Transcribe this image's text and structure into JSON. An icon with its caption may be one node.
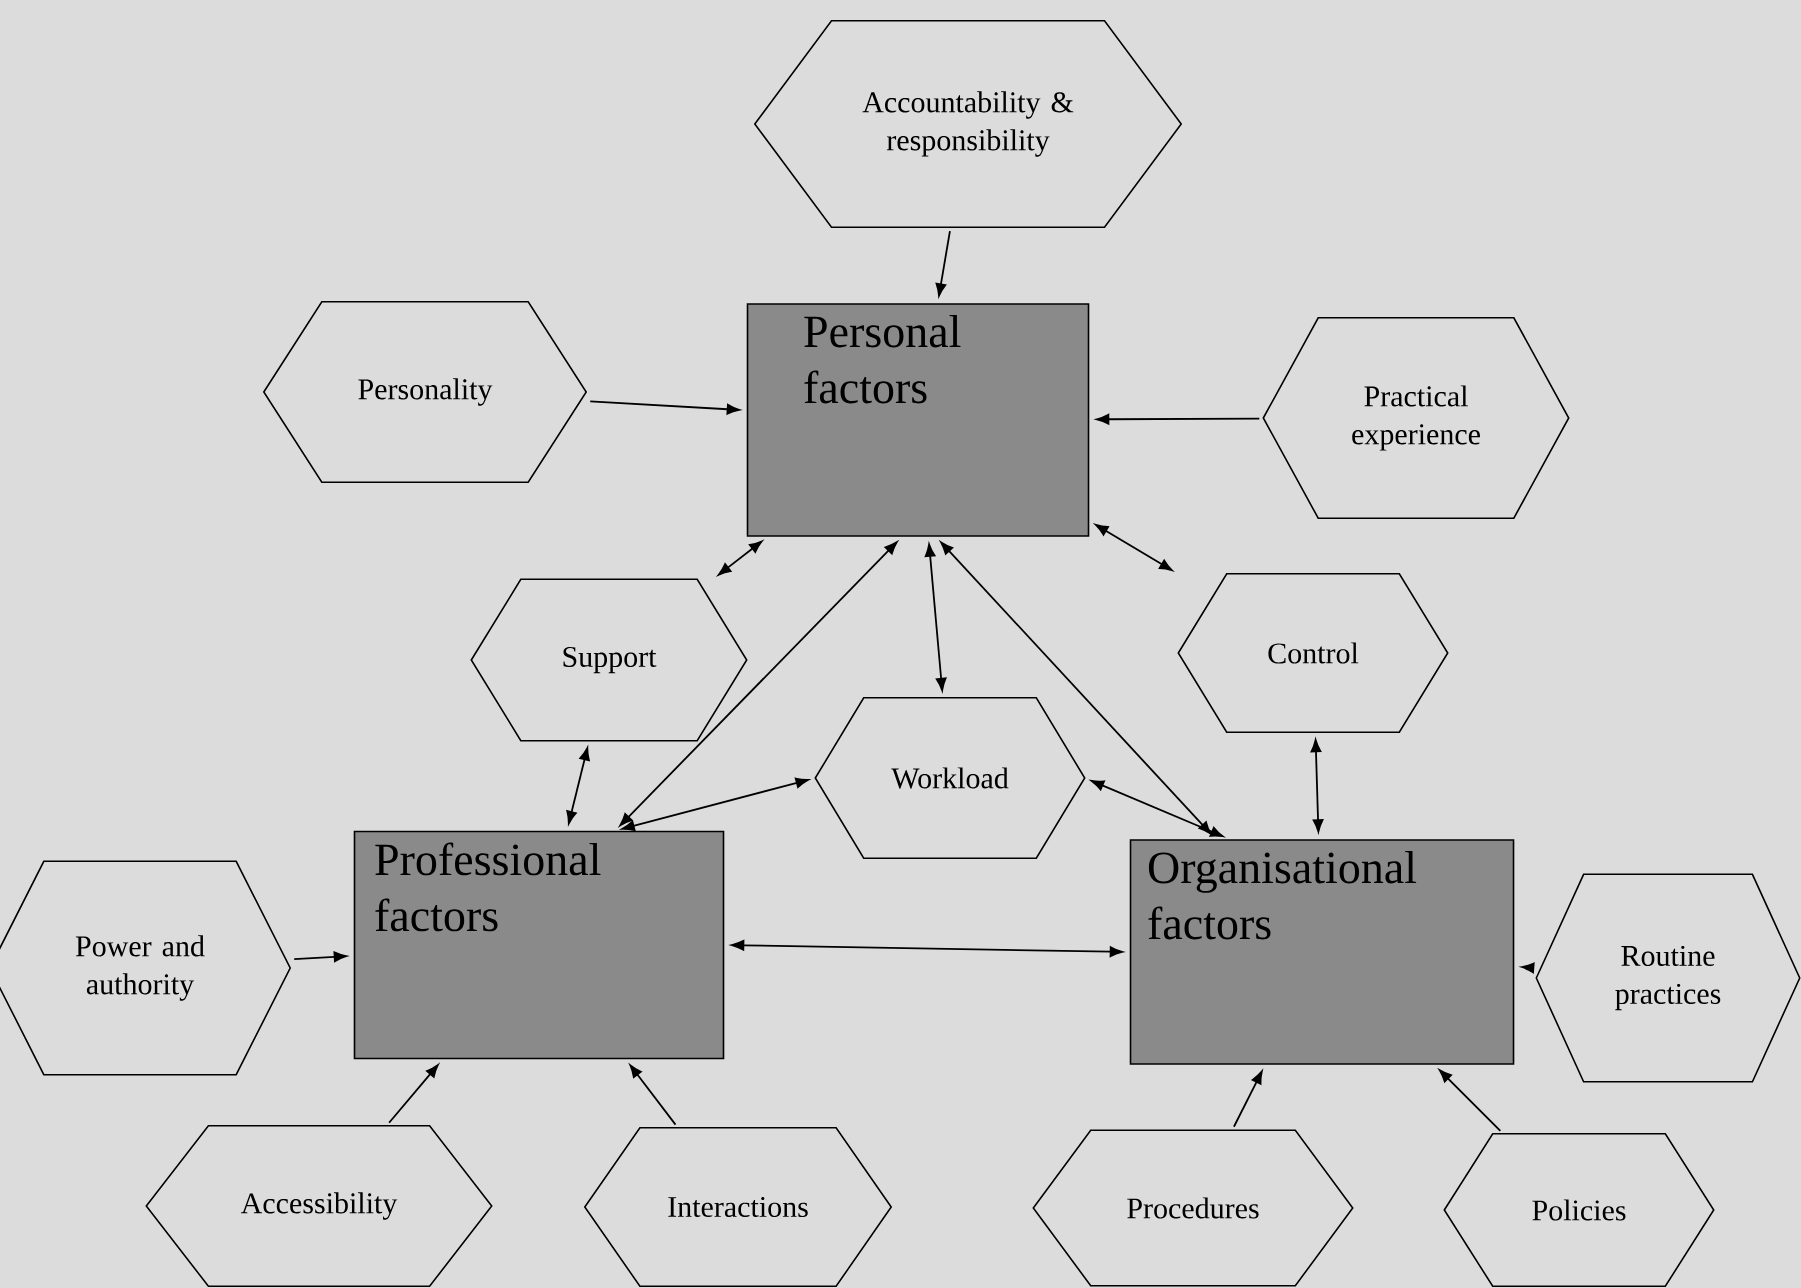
{
  "diagram": {
    "nodes": [
      {
        "text": [
          "Accountability & responsibility"
        ]
      },
      {
        "text": [
          "Personality"
        ]
      },
      {
        "text": [
          "Personal factors"
        ]
      },
      {
        "text": [
          "Practical experience"
        ]
      },
      {
        "text": [
          "Support"
        ]
      },
      {
        "text": [
          "Control"
        ]
      },
      {
        "text": [
          "Workload"
        ]
      },
      {
        "text": [
          "Power and authority"
        ]
      },
      {
        "text": [
          "Professional factors"
        ]
      },
      {
        "text": [
          "Organisational factors"
        ]
      },
      {
        "text": [
          "Routine practices"
        ]
      },
      {
        "text": [
          "Accessibility"
        ]
      },
      {
        "text": [
          "Interactions"
        ]
      },
      {
        "text": [
          "Procedures"
        ]
      },
      {
        "text": [
          "Policies"
        ]
      }
    ],
    "edges": [
      {
        "from": 0,
        "to": 2,
        "arrow": "to"
      },
      {
        "from": 1,
        "to": 2,
        "arrow": "to"
      },
      {
        "from": 3,
        "to": 2,
        "arrow": "to"
      },
      {
        "from": 4,
        "to": 2,
        "arrow": "both"
      },
      {
        "from": 4,
        "to": 8,
        "arrow": "both"
      },
      {
        "from": 6,
        "to": 2,
        "arrow": "both"
      },
      {
        "from": 8,
        "to": 2,
        "arrow": "both"
      },
      {
        "from": 9,
        "to": 2,
        "arrow": "both"
      },
      {
        "from": 2,
        "to": 5,
        "arrow": "both"
      },
      {
        "from": 8,
        "to": 6,
        "arrow": "both"
      },
      {
        "from": 6,
        "to": 9,
        "arrow": "both"
      },
      {
        "from": 5,
        "to": 9,
        "arrow": "both"
      },
      {
        "from": 8,
        "to": 9,
        "arrow": "both"
      },
      {
        "from": 7,
        "to": 8,
        "arrow": "to"
      },
      {
        "from": 10,
        "to": 9,
        "arrow": "to"
      },
      {
        "from": 11,
        "to": 8,
        "arrow": "to"
      },
      {
        "from": 12,
        "to": 8,
        "arrow": "to"
      },
      {
        "from": 13,
        "to": 9,
        "arrow": "to"
      },
      {
        "from": 14,
        "to": 9,
        "arrow": "to"
      }
    ]
  }
}
